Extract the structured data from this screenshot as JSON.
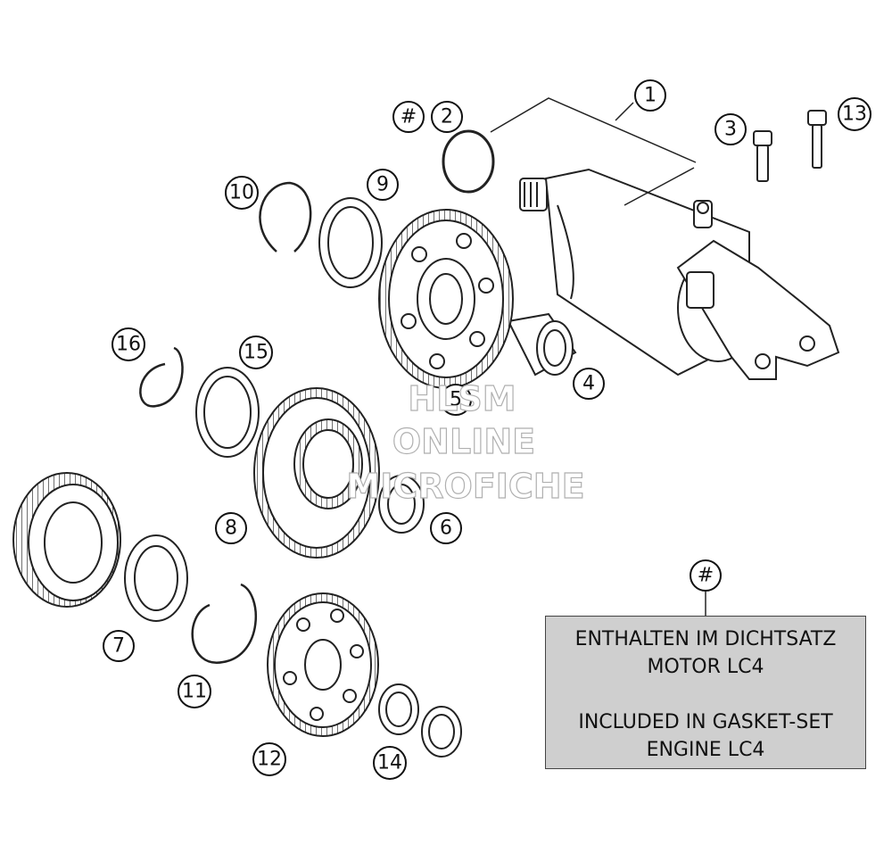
{
  "watermark": {
    "line1": "HLSM",
    "line2": "ONLINE",
    "line3": "MICROFICHE"
  },
  "callouts": {
    "c1": "1",
    "c2": "2",
    "c3": "3",
    "c4": "4",
    "c5": "5",
    "c6": "6",
    "c7": "7",
    "c8": "8",
    "c9": "9",
    "c10": "10",
    "c11": "11",
    "c12": "12",
    "c13": "13",
    "c14": "14",
    "c15": "15",
    "c16": "16",
    "hash_top": "#",
    "hash_legend": "#"
  },
  "legend": {
    "de_line1": "ENTHALTEN IM DICHTSATZ",
    "de_line2": "MOTOR LC4",
    "en_line1": "INCLUDED IN GASKET-SET",
    "en_line2": "ENGINE LC4"
  }
}
